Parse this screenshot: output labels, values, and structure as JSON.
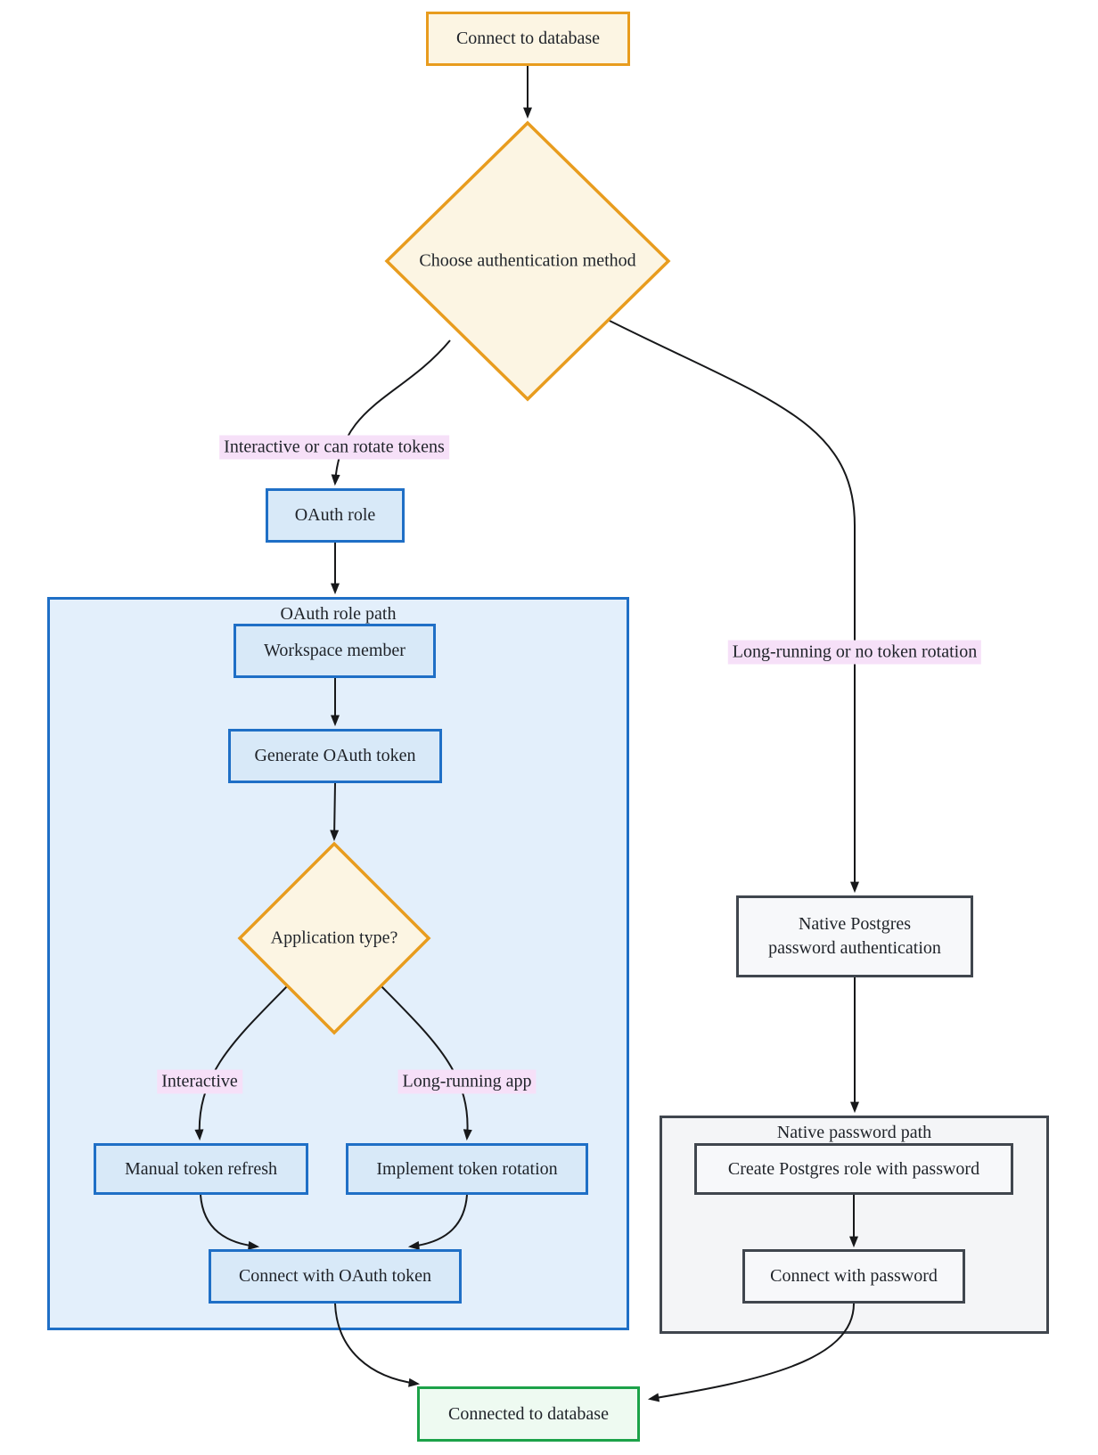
{
  "diagram": {
    "type": "flowchart",
    "direction": "top-down",
    "nodes": {
      "connect_db": {
        "label": "Connect to database",
        "shape": "rect",
        "style": "orange-start"
      },
      "choose_auth": {
        "label": "Choose authentication method",
        "shape": "diamond",
        "style": "orange-decision"
      },
      "oauth_role": {
        "label": "OAuth role",
        "shape": "rect",
        "style": "blue"
      },
      "workspace_member": {
        "label": "Workspace member",
        "shape": "rect",
        "style": "blue"
      },
      "generate_token": {
        "label": "Generate OAuth token",
        "shape": "rect",
        "style": "blue"
      },
      "app_type": {
        "label": "Application type?",
        "shape": "diamond",
        "style": "orange-decision"
      },
      "manual_refresh": {
        "label": "Manual token refresh",
        "shape": "rect",
        "style": "blue"
      },
      "token_rotation": {
        "label": "Implement token rotation",
        "shape": "rect",
        "style": "blue"
      },
      "connect_oauth": {
        "label": "Connect with OAuth token",
        "shape": "rect",
        "style": "blue"
      },
      "native_pg": {
        "line1": "Native Postgres",
        "line2": "password authentication",
        "shape": "rect",
        "style": "gray"
      },
      "create_role": {
        "label": "Create Postgres role with password",
        "shape": "rect",
        "style": "gray"
      },
      "connect_password": {
        "label": "Connect with password",
        "shape": "rect",
        "style": "gray"
      },
      "connected": {
        "label": "Connected to database",
        "shape": "rect",
        "style": "green-end"
      }
    },
    "clusters": {
      "oauth_path": {
        "title": "OAuth role path",
        "style": "blue"
      },
      "native_path": {
        "title": "Native password path",
        "style": "gray"
      }
    },
    "edge_labels": {
      "interactive_rotate": "Interactive or can rotate tokens",
      "long_running_none": "Long-running or no token rotation",
      "interactive": "Interactive",
      "long_running_app": "Long-running app"
    },
    "colors": {
      "orange_stroke": "#E89C1E",
      "cream_fill": "#FCF5E3",
      "blue_stroke": "#1F6FC6",
      "blue_node_fill": "#D8E9F8",
      "blue_cluster_fill": "#E3EFFB",
      "gray_stroke": "#40464E",
      "gray_node_fill": "#F7F8FA",
      "gray_cluster_fill": "#F4F5F7",
      "green_stroke": "#1CA249",
      "green_fill": "#EEFAF1",
      "edge_label_bg": "#F6E0F8",
      "edge_stroke": "#17181A",
      "text": "#1F2329"
    }
  }
}
